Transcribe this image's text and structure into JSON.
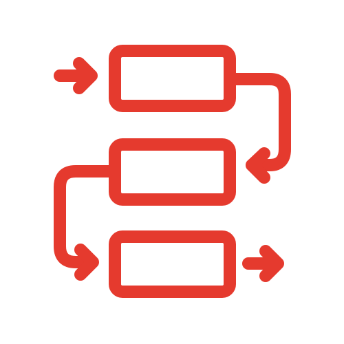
{
  "icon": {
    "name": "process-flow-icon",
    "color": "#e53a2e",
    "elements": {
      "boxes": [
        "process-box-top",
        "process-box-middle",
        "process-box-bottom"
      ],
      "arrows": [
        "input-arrow",
        "top-to-middle-connector",
        "middle-to-bottom-connector",
        "output-arrow"
      ]
    }
  }
}
